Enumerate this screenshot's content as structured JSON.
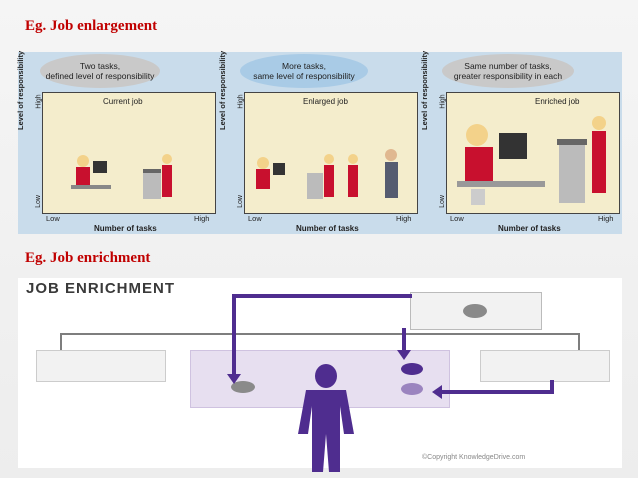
{
  "headings": {
    "enlargement": "Eg. Job enlargement",
    "enrichment": "Eg. Job enrichment"
  },
  "panels": [
    {
      "bubble": "Two tasks,\ndefined level of responsibility",
      "job": "Current job",
      "bubble_color": "#c9c9c9"
    },
    {
      "bubble": "More tasks,\nsame level of responsibility",
      "job": "Enlarged job",
      "bubble_color": "#a9cbe6"
    },
    {
      "bubble": "Same number of tasks,\ngreater responsibility in each",
      "job": "Enriched job",
      "bubble_color": "#c9c9c9"
    }
  ],
  "axis": {
    "y": "Level of responsibility",
    "high": "High",
    "low": "Low",
    "x": "Number of tasks"
  },
  "diagram": {
    "title": "JOB ENRICHMENT",
    "copyright": "©Copyright KnowledgeDrive.com"
  },
  "colors": {
    "heading": "#c00000",
    "purple": "#4f2d8f",
    "lavender": "#e7dff0"
  }
}
